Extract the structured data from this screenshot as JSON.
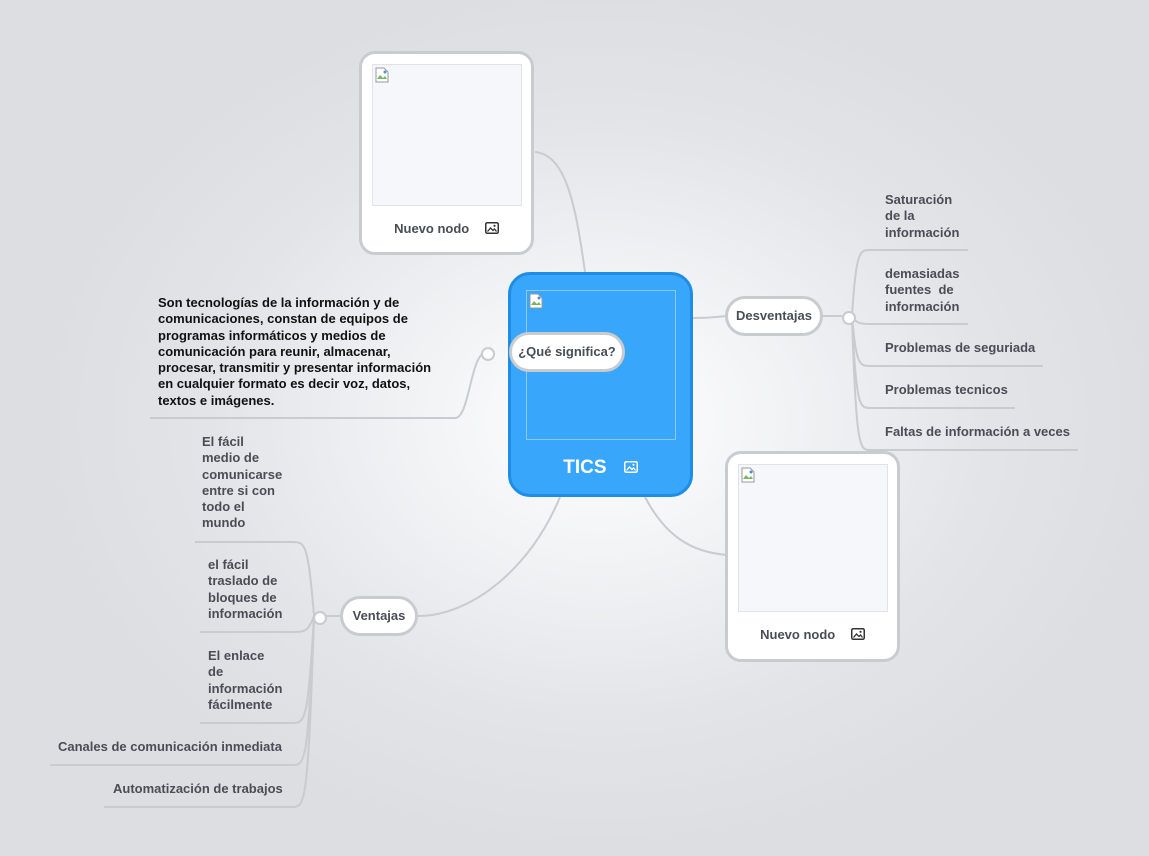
{
  "colors": {
    "central_fill": "#38a6fb",
    "central_border": "#1d8de8",
    "connector": "#c9cbcf",
    "node_border": "#c9cbcf"
  },
  "central": {
    "title": "TICS",
    "icon": "image-icon"
  },
  "top_image_node": {
    "label": "Nuevo nodo",
    "icon": "image-icon"
  },
  "bottom_image_node": {
    "label": "Nuevo nodo",
    "icon": "image-icon"
  },
  "que_significa": {
    "label": "¿Qué significa?",
    "definition": "Son tecnologías de la información y de comunicaciones, constan de equipos de programas informáticos y medios de comunicación para reunir, almacenar, procesar, transmitir y presentar información en cualquier formato es decir voz, datos, textos e imágenes."
  },
  "desventajas": {
    "label": "Desventajas",
    "items": [
      "Saturación\nde la\ninformación",
      "demasiadas\nfuentes  de\ninformación",
      "Problemas de seguriada",
      "Problemas tecnicos",
      "Faltas de información a veces"
    ]
  },
  "ventajas": {
    "label": "Ventajas",
    "items": [
      "El fácil\nmedio de\ncomunicarse\nentre si con\ntodo el\nmundo",
      "el fácil\ntraslado de\nbloques de\ninformación",
      "El enlace\nde\ninformación\nfácilmente",
      "Canales de comunicación inmediata",
      "Automatización de trabajos"
    ]
  }
}
